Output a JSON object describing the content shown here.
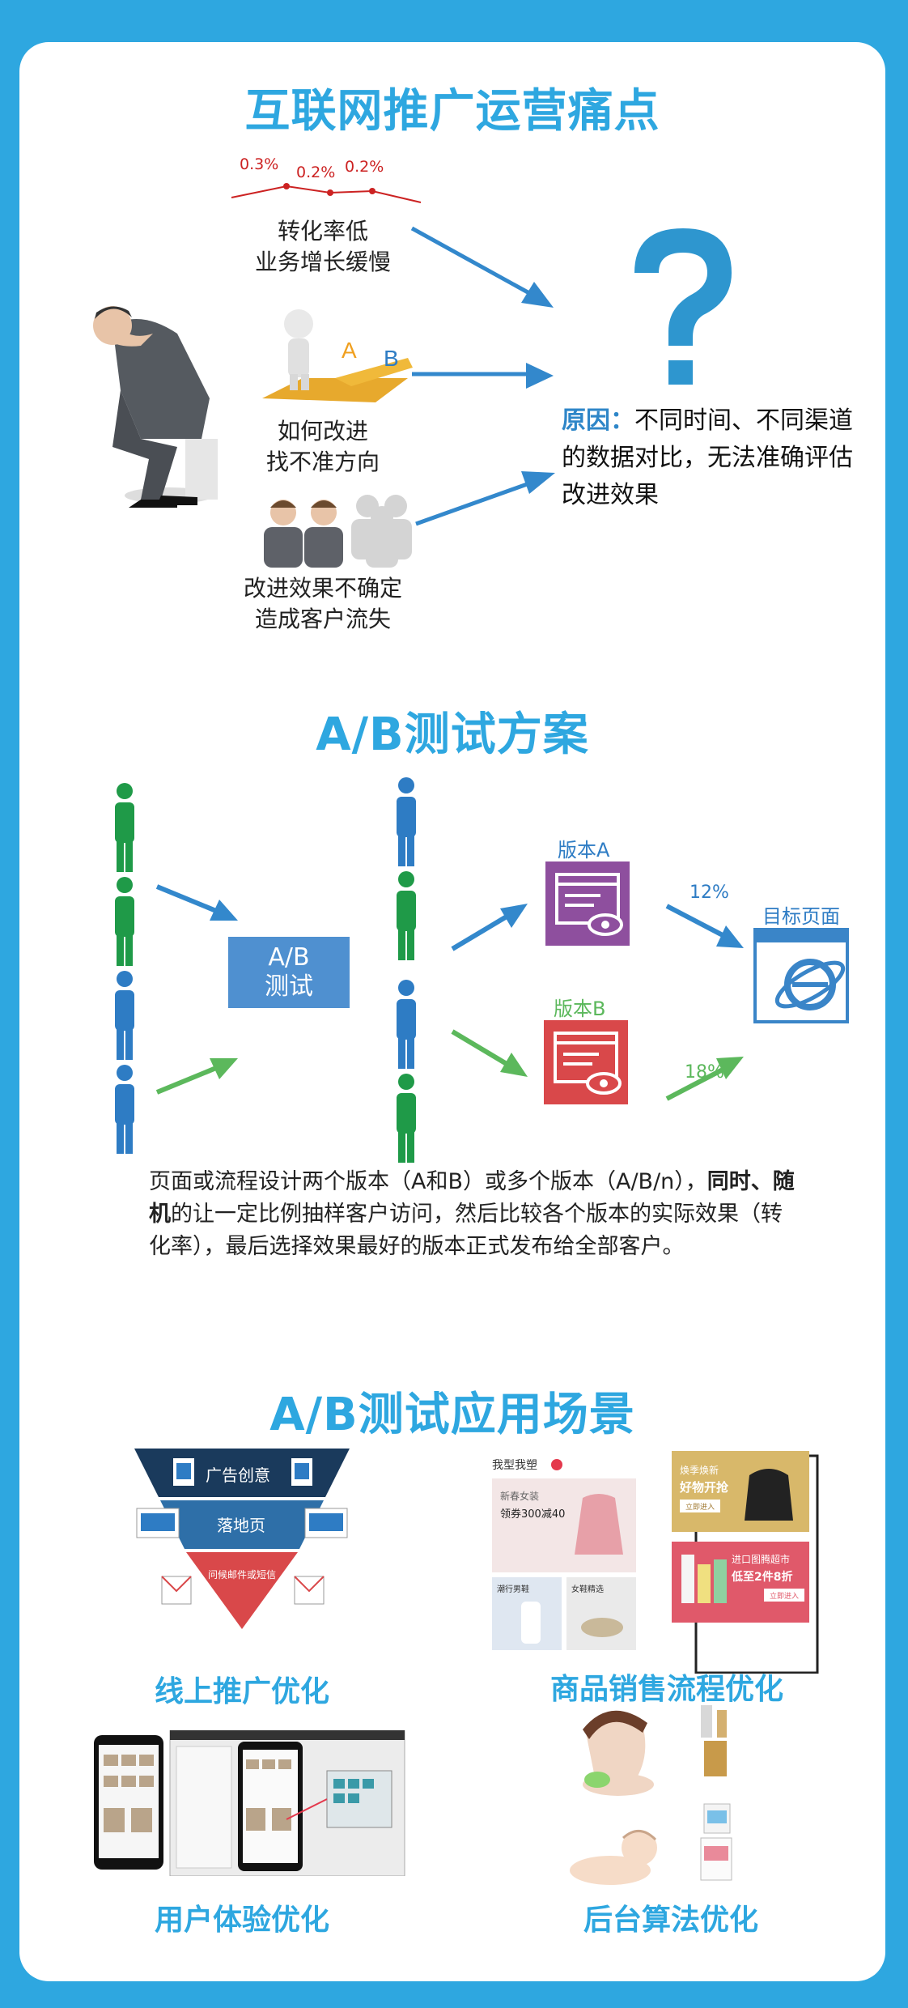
{
  "section1": {
    "title": "互联网推广运营痛点",
    "percents": [
      "0.3%",
      "0.2%",
      "0.2%"
    ],
    "pain1": [
      "转化率低",
      "业务增长缓慢"
    ],
    "pain2": [
      "如何改进",
      "找不准方向"
    ],
    "pain3": [
      "改进效果不确定",
      "造成客户流失"
    ],
    "ab_letters": [
      "A",
      "B"
    ],
    "reason_label": "原因：",
    "reason_text": "不同时间、不同渠道的数据对比，无法准确评估改进效果"
  },
  "section2": {
    "title": "A/B测试方案",
    "box_line1": "A/B",
    "box_line2": "测试",
    "versionA": "版本A",
    "versionB": "版本B",
    "target": "目标页面",
    "rateA": "12%",
    "rateB": "18%",
    "desc_part1": "页面或流程设计两个版本（A和B）或多个版本（A/B/n），",
    "desc_bold": "同时、随机",
    "desc_part2": "的让一定比例抽样客户访问，然后比较各个版本的实际效果（转化率），最后选择效果最好的版本正式发布给全部客户。"
  },
  "section3": {
    "title": "A/B测试应用场景",
    "funnel": [
      "广告创意",
      "落地页",
      "问候邮件或短信"
    ],
    "shop": {
      "header": "我型我塑",
      "coupon_title": "新春女装",
      "coupon": "领券300减40",
      "promo1_title": "焕季焕新",
      "promo1": "好物开抢",
      "promo1_btn": "立即进入",
      "promo2_title": "进口图腾超市",
      "promo2": "低至2件8折",
      "promo2_btn": "立即进入",
      "tile3": "潮行男鞋",
      "tile4": "女鞋精选"
    },
    "scenes": [
      "线上推广优化",
      "商品销售流程优化",
      "用户体验优化",
      "后台算法优化"
    ]
  },
  "colors": {
    "frame": "#2ea7e0",
    "title": "#2ea7e0",
    "green_person": "#1f9a48",
    "blue_person": "#2e7cc4",
    "versionA": "#8e4f9e",
    "versionB": "#d9484a",
    "arrow": "#3388cc",
    "green_arrow": "#5cb85c"
  }
}
